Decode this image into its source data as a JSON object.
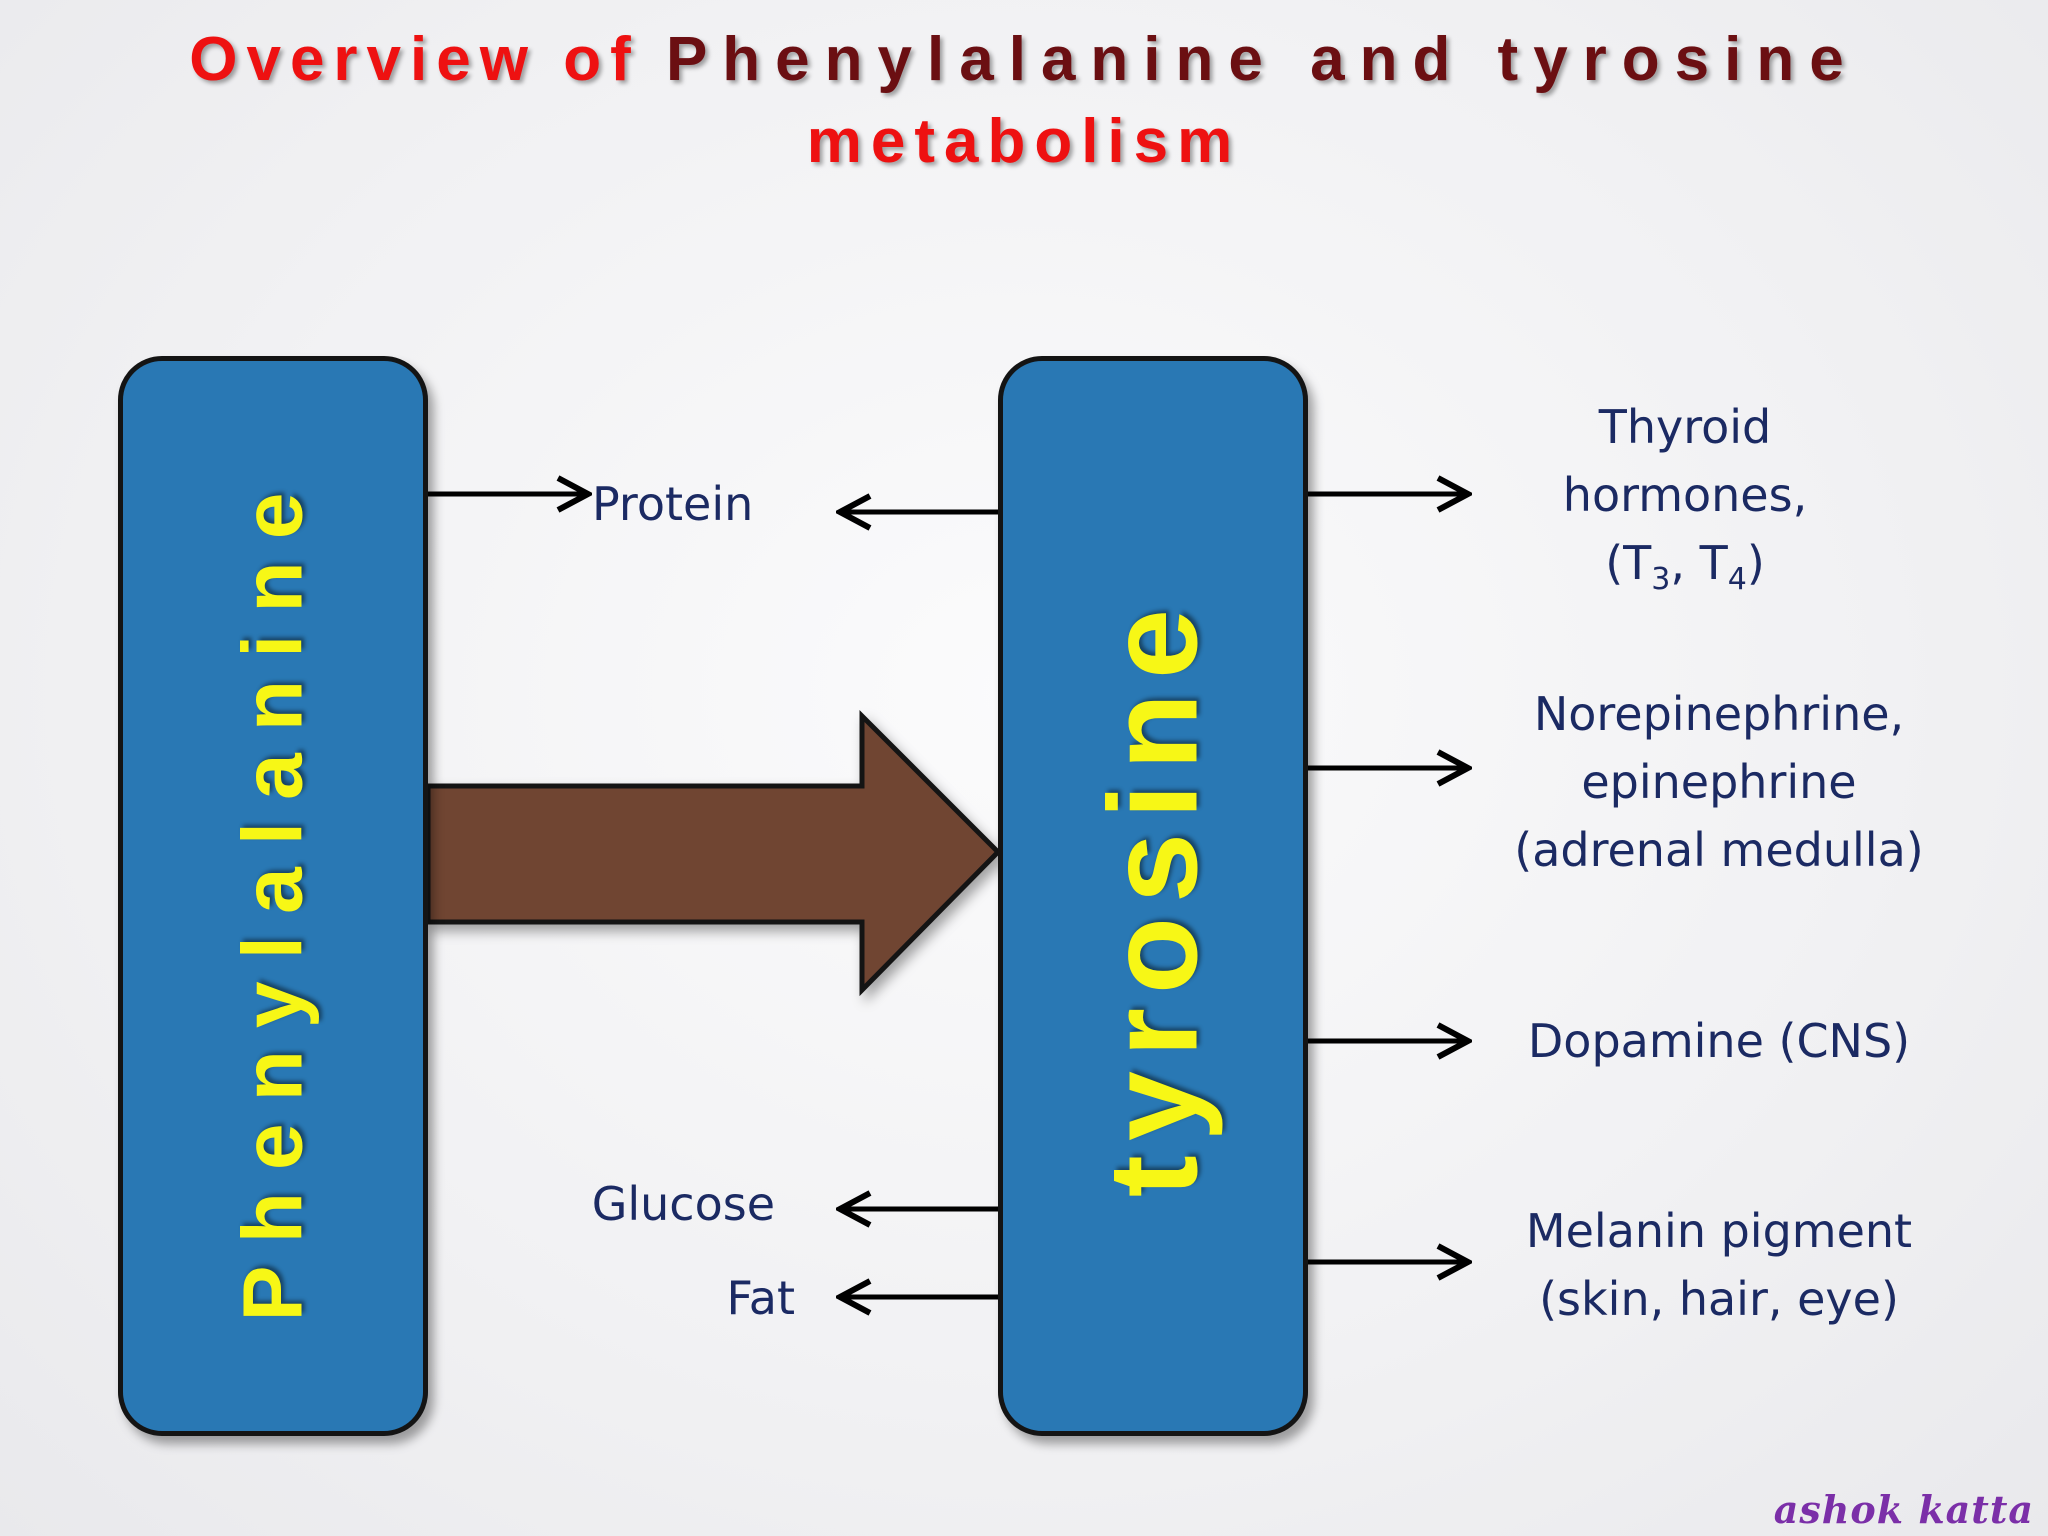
{
  "title": {
    "line1_part1": "Overview of",
    "line1_part2": "Phenylalanine and tyrosine",
    "line2": "metabolism"
  },
  "nodes": {
    "phenylalanine": "Phenylalanine",
    "tyrosine": "tyrosine"
  },
  "left_products": {
    "protein": "Protein",
    "glucose": "Glucose",
    "fat": "Fat"
  },
  "right_products": {
    "thyroid": {
      "line1": "Thyroid",
      "line2": "hormones,",
      "t3_base": "T",
      "t3_sub": "3",
      "t4_base": "T",
      "t4_sub": "4"
    },
    "catecholamines": {
      "line1": "Norepinephrine,",
      "line2": "epinephrine",
      "line3": "(adrenal medulla)"
    },
    "dopamine": {
      "line1": "Dopamine (CNS)"
    },
    "melanin": {
      "line1": "Melanin pigment",
      "line2": "(skin, hair, eye)"
    }
  },
  "credit": "ashok katta",
  "colors": {
    "title_red": "#ee1111",
    "title_maroon": "#6b0f12",
    "box_blue": "#2978b4",
    "box_text_yellow": "#f7f716",
    "big_arrow_brown": "#704532",
    "label_navy": "#1b2a63",
    "credit_purple": "#7b2fa8"
  }
}
